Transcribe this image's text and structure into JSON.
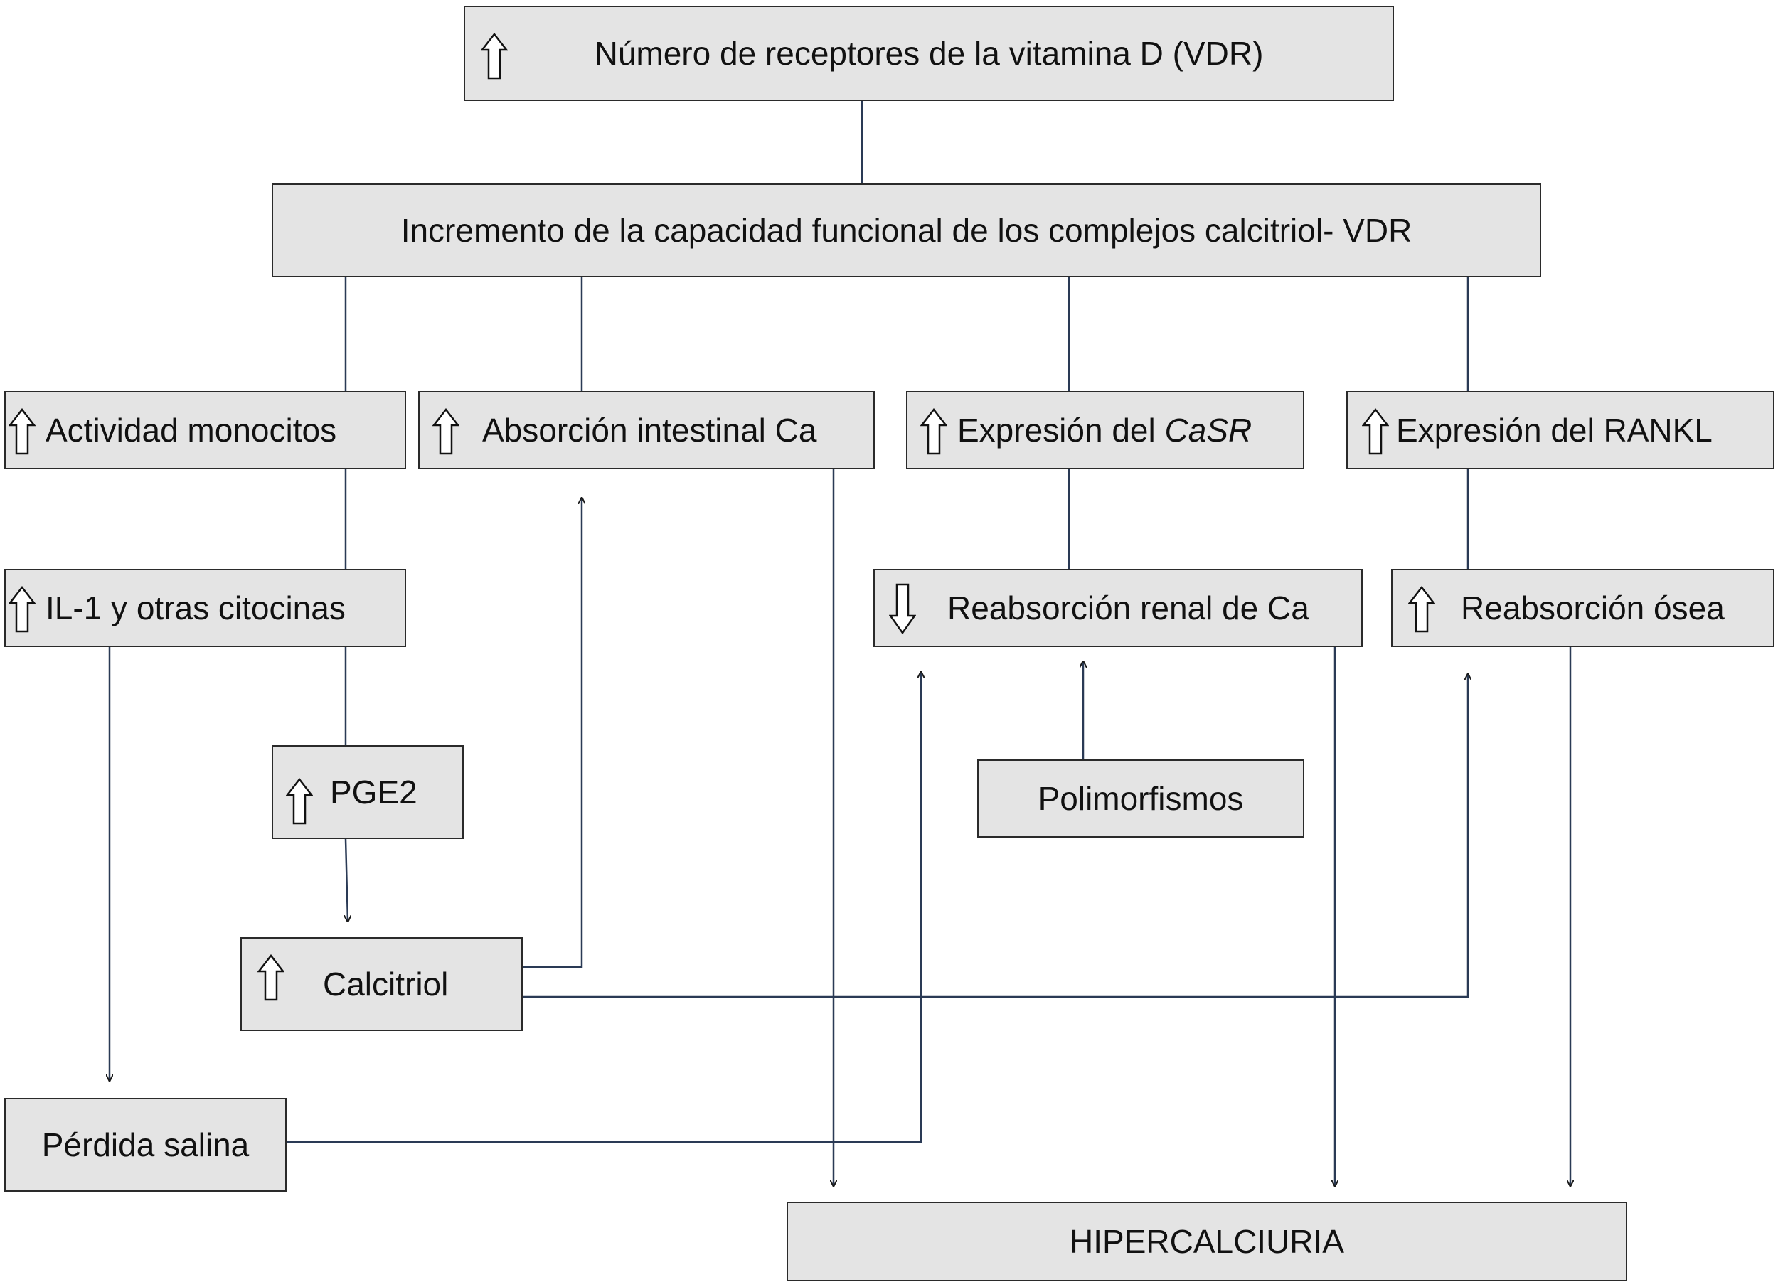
{
  "diagram": {
    "nodes": {
      "vdr": {
        "label": "Número de receptores de la vitamina D (VDR)",
        "indicator": "up"
      },
      "complejos": {
        "label": "Incremento de la capacidad funcional de los complejos calcitriol- VDR"
      },
      "monocitos": {
        "label": "Actividad monocitos",
        "indicator": "up"
      },
      "absorcion": {
        "label": "Absorción intestinal Ca",
        "indicator": "up"
      },
      "casr": {
        "label_prefix": "Expresión del ",
        "label_italic": "CaSR",
        "indicator": "up"
      },
      "rankl": {
        "label": "Expresión del RANKL",
        "indicator": "up"
      },
      "il1": {
        "label": "IL-1 y otras citocinas",
        "indicator": "up"
      },
      "renal": {
        "label": "Reabsorción renal de Ca",
        "indicator": "down"
      },
      "osea": {
        "label": "Reabsorción ósea",
        "indicator": "up"
      },
      "pge2": {
        "label": "PGE2",
        "indicator": "up"
      },
      "polimorfismos": {
        "label": "Polimorfismos"
      },
      "calcitriol": {
        "label": "Calcitriol",
        "indicator": "up"
      },
      "perdida": {
        "label": "Pérdida salina"
      },
      "hipercalciuria": {
        "label": "HIPERCALCIURIA"
      }
    },
    "edges": [
      {
        "from": "vdr",
        "to": "complejos",
        "arrow": false
      },
      {
        "from": "complejos",
        "to": "monocitos",
        "arrow": false
      },
      {
        "from": "complejos",
        "to": "absorcion",
        "arrow": false
      },
      {
        "from": "complejos",
        "to": "casr",
        "arrow": false
      },
      {
        "from": "complejos",
        "to": "rankl",
        "arrow": false
      },
      {
        "from": "monocitos",
        "to": "il1",
        "arrow": false
      },
      {
        "from": "casr",
        "to": "renal",
        "arrow": false
      },
      {
        "from": "rankl",
        "to": "osea",
        "arrow": false
      },
      {
        "from": "il1",
        "to": "pge2",
        "arrow": false
      },
      {
        "from": "il1",
        "to": "perdida",
        "arrow": true
      },
      {
        "from": "pge2",
        "to": "calcitriol",
        "arrow": true
      },
      {
        "from": "calcitriol",
        "to": "absorcion",
        "arrow": true
      },
      {
        "from": "calcitriol",
        "to": "osea",
        "arrow": true
      },
      {
        "from": "polimorfismos",
        "to": "renal",
        "arrow": true
      },
      {
        "from": "perdida",
        "to": "renal",
        "arrow": true
      },
      {
        "from": "absorcion",
        "to": "hipercalciuria",
        "arrow": true
      },
      {
        "from": "renal",
        "to": "hipercalciuria",
        "arrow": true
      },
      {
        "from": "osea",
        "to": "hipercalciuria",
        "arrow": true
      }
    ]
  },
  "colors": {
    "box_fill": "#e4e4e4",
    "line": "#2a3a55",
    "border": "#2a2a2a"
  }
}
